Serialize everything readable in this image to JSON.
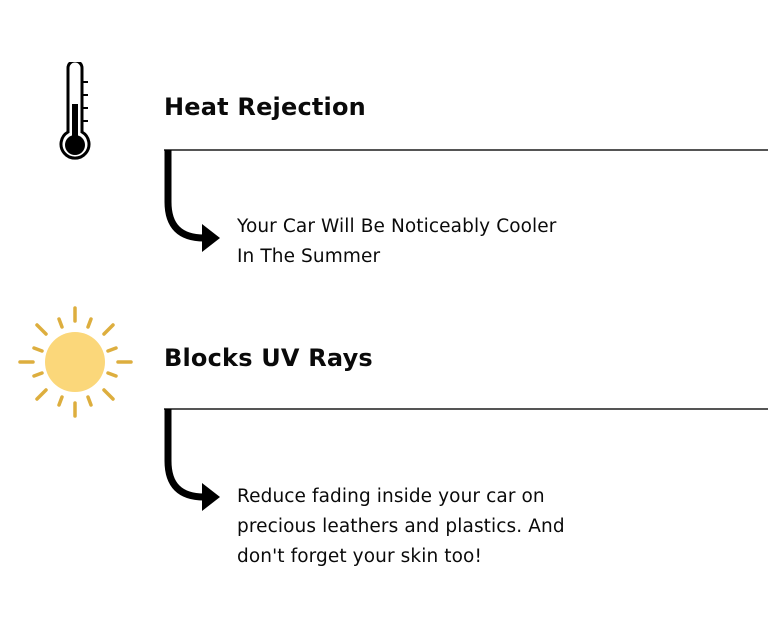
{
  "features": [
    {
      "icon": "thermometer-icon",
      "title": "Heat Rejection",
      "description_lines": [
        "Your Car Will Be Noticeably Cooler",
        "In The Summer"
      ]
    },
    {
      "icon": "sun-icon",
      "title": "Blocks UV Rays",
      "description_lines": [
        "Reduce fading inside your car on",
        "precious leathers and plastics. And",
        "don't forget your skin too!"
      ]
    }
  ],
  "colors": {
    "sun_fill": "#FBD77A",
    "sun_rays": "#DDAE3E",
    "text": "#0A0A0A",
    "rule": "#555555"
  }
}
